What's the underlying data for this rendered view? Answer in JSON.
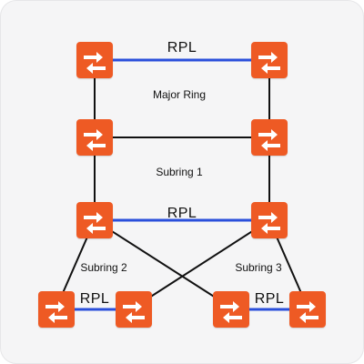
{
  "diagram": {
    "labels": {
      "rpl_top": "RPL",
      "major_ring": "Major Ring",
      "subring_1": "Subring 1",
      "rpl_mid": "RPL",
      "subring_2": "Subring 2",
      "subring_3": "Subring 3",
      "rpl_bottom_left": "RPL",
      "rpl_bottom_right": "RPL"
    },
    "colors": {
      "switch": "#ee5a24",
      "link": "#111111",
      "rpl_link": "#2a4fdb",
      "background": "#f5f5f6"
    },
    "node_icon": "network-switch-icon"
  }
}
